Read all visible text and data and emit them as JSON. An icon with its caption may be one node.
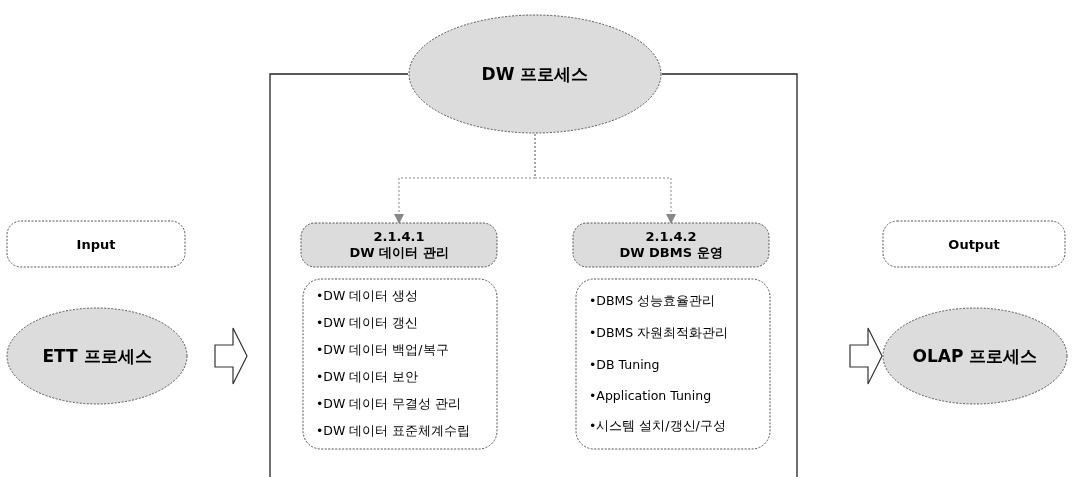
{
  "diagram": {
    "nodes": [
      {
        "text": [
          "DW 프로세스"
        ]
      },
      {
        "text": [
          "Input"
        ]
      },
      {
        "text": [
          "ETT 프로세스"
        ]
      },
      {
        "text": [
          "2.1.4.1",
          "DW 데이터 관리"
        ]
      },
      {
        "text": [
          "•DW 데이터 생성",
          "•DW 데이터 갱신",
          "•DW 데이터 백업/복구",
          "•DW 데이터 보안",
          "•DW 데이터 무결성 관리",
          "•DW 데이터 표준체계수립"
        ]
      },
      {
        "text": [
          "2.1.4.2",
          "DW DBMS 운영"
        ]
      },
      {
        "text": [
          "•DBMS 성능효율관리",
          "•DBMS 자원최적화관리",
          "•DB Tuning",
          "•Application Tuning",
          "•시스템 설치/갱신/구성"
        ]
      },
      {
        "text": [
          "Output"
        ]
      },
      {
        "text": [
          "OLAP 프로세스"
        ]
      }
    ],
    "edges": [
      {
        "from": 0,
        "to": 3,
        "arrow": "to",
        "style": "dashed"
      },
      {
        "from": 0,
        "to": 5,
        "arrow": "to",
        "style": "dashed"
      },
      {
        "from": 2,
        "to": null,
        "arrow": "to"
      },
      {
        "from": null,
        "to": 8,
        "arrow": "to"
      }
    ]
  }
}
